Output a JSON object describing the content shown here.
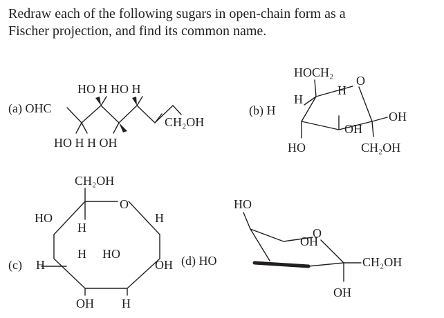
{
  "instruction": {
    "line1": "Redraw each of the following sugars in open-chain form as a",
    "line2": "Fischer projection, and find its common name."
  },
  "structures": {
    "a": {
      "label": "(a) OHC",
      "top_labels": "HO H HO H",
      "bottom_labels": "HO H H OH",
      "end_group": "CH₂OH"
    },
    "b": {
      "label": "(b) H",
      "top_group": "HOCH₂",
      "ring_o": "O",
      "h1": "H",
      "h2": "H",
      "oh1": "OH",
      "oh2": "OH",
      "ho": "HO",
      "ch2oh": "CH₂OH"
    },
    "c": {
      "label": "(c)",
      "ch2oh": "CH₂OH",
      "ring_o": "O",
      "ho_left": "HO",
      "h_left": "H",
      "h_top": "H",
      "h_right": "H",
      "h_mid": "H",
      "ho_mid": "HO",
      "oh_right": "OH",
      "oh_bottom": "OH",
      "h_bottom": "H"
    },
    "d": {
      "label": "(d) HO",
      "ho_top": "HO",
      "ring_o": "O",
      "oh_ring": "OH",
      "ch2oh": "CH₂OH",
      "oh_bottom": "OH"
    }
  }
}
